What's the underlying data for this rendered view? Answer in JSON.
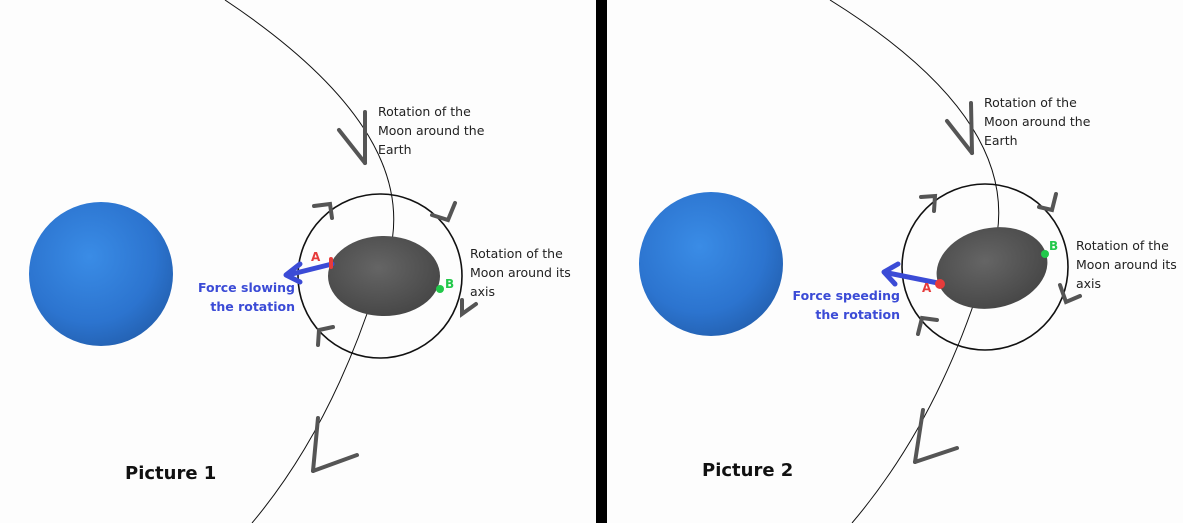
{
  "colors": {
    "earth": "#2f7fd8",
    "moon": "#575757",
    "force_arrow": "#3b4bd6",
    "point_a": "#e63b3b",
    "point_b": "#22c84a",
    "orbit_line": "#111111",
    "arrowhead": "#555555",
    "divider": "#000000"
  },
  "pictures": [
    {
      "title": "Picture 1",
      "orbit_label": [
        "Rotation of the",
        "Moon around the",
        "Earth"
      ],
      "axis_label": [
        "Rotation of the",
        "Moon around its",
        "axis"
      ],
      "force_label": [
        "Force slowing",
        "the rotation"
      ],
      "point_a": "A",
      "point_b": "B"
    },
    {
      "title": "Picture 2",
      "orbit_label": [
        "Rotation of the",
        "Moon around the",
        "Earth"
      ],
      "axis_label": [
        "Rotation of the",
        "Moon around its",
        "axis"
      ],
      "force_label": [
        "Force speeding",
        "the rotation"
      ],
      "point_a": "A",
      "point_b": "B"
    }
  ]
}
